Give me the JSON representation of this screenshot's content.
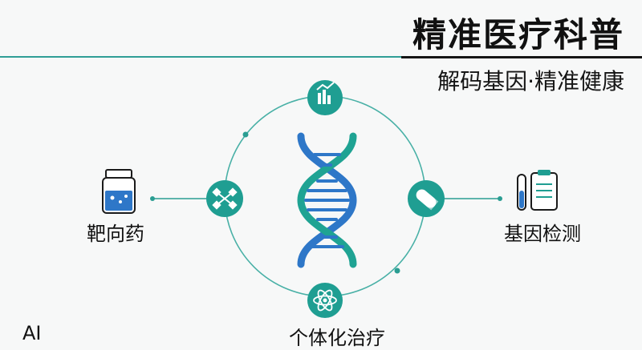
{
  "header": {
    "title": "精准医疗科普",
    "subtitle": "解码基因·精准健康"
  },
  "nodes": {
    "left": {
      "label": "靶向药",
      "icon": "medicine-bottle-icon"
    },
    "right": {
      "label": "基因检测",
      "icon": "test-tube-clipboard-icon"
    },
    "bottom": {
      "label": "个体化治疗",
      "icon": "atom-icon"
    },
    "top": {
      "icon": "chart-analysis-icon"
    },
    "inner_left": {
      "icon": "molecule-icon"
    },
    "inner_right": {
      "icon": "capsule-icon"
    },
    "center": {
      "icon": "dna-helix-icon"
    }
  },
  "corner_text": "AI",
  "colors": {
    "teal": "#1f9e92",
    "blue": "#2e77c8",
    "ring": "#48b0a6",
    "title": "#111111"
  }
}
